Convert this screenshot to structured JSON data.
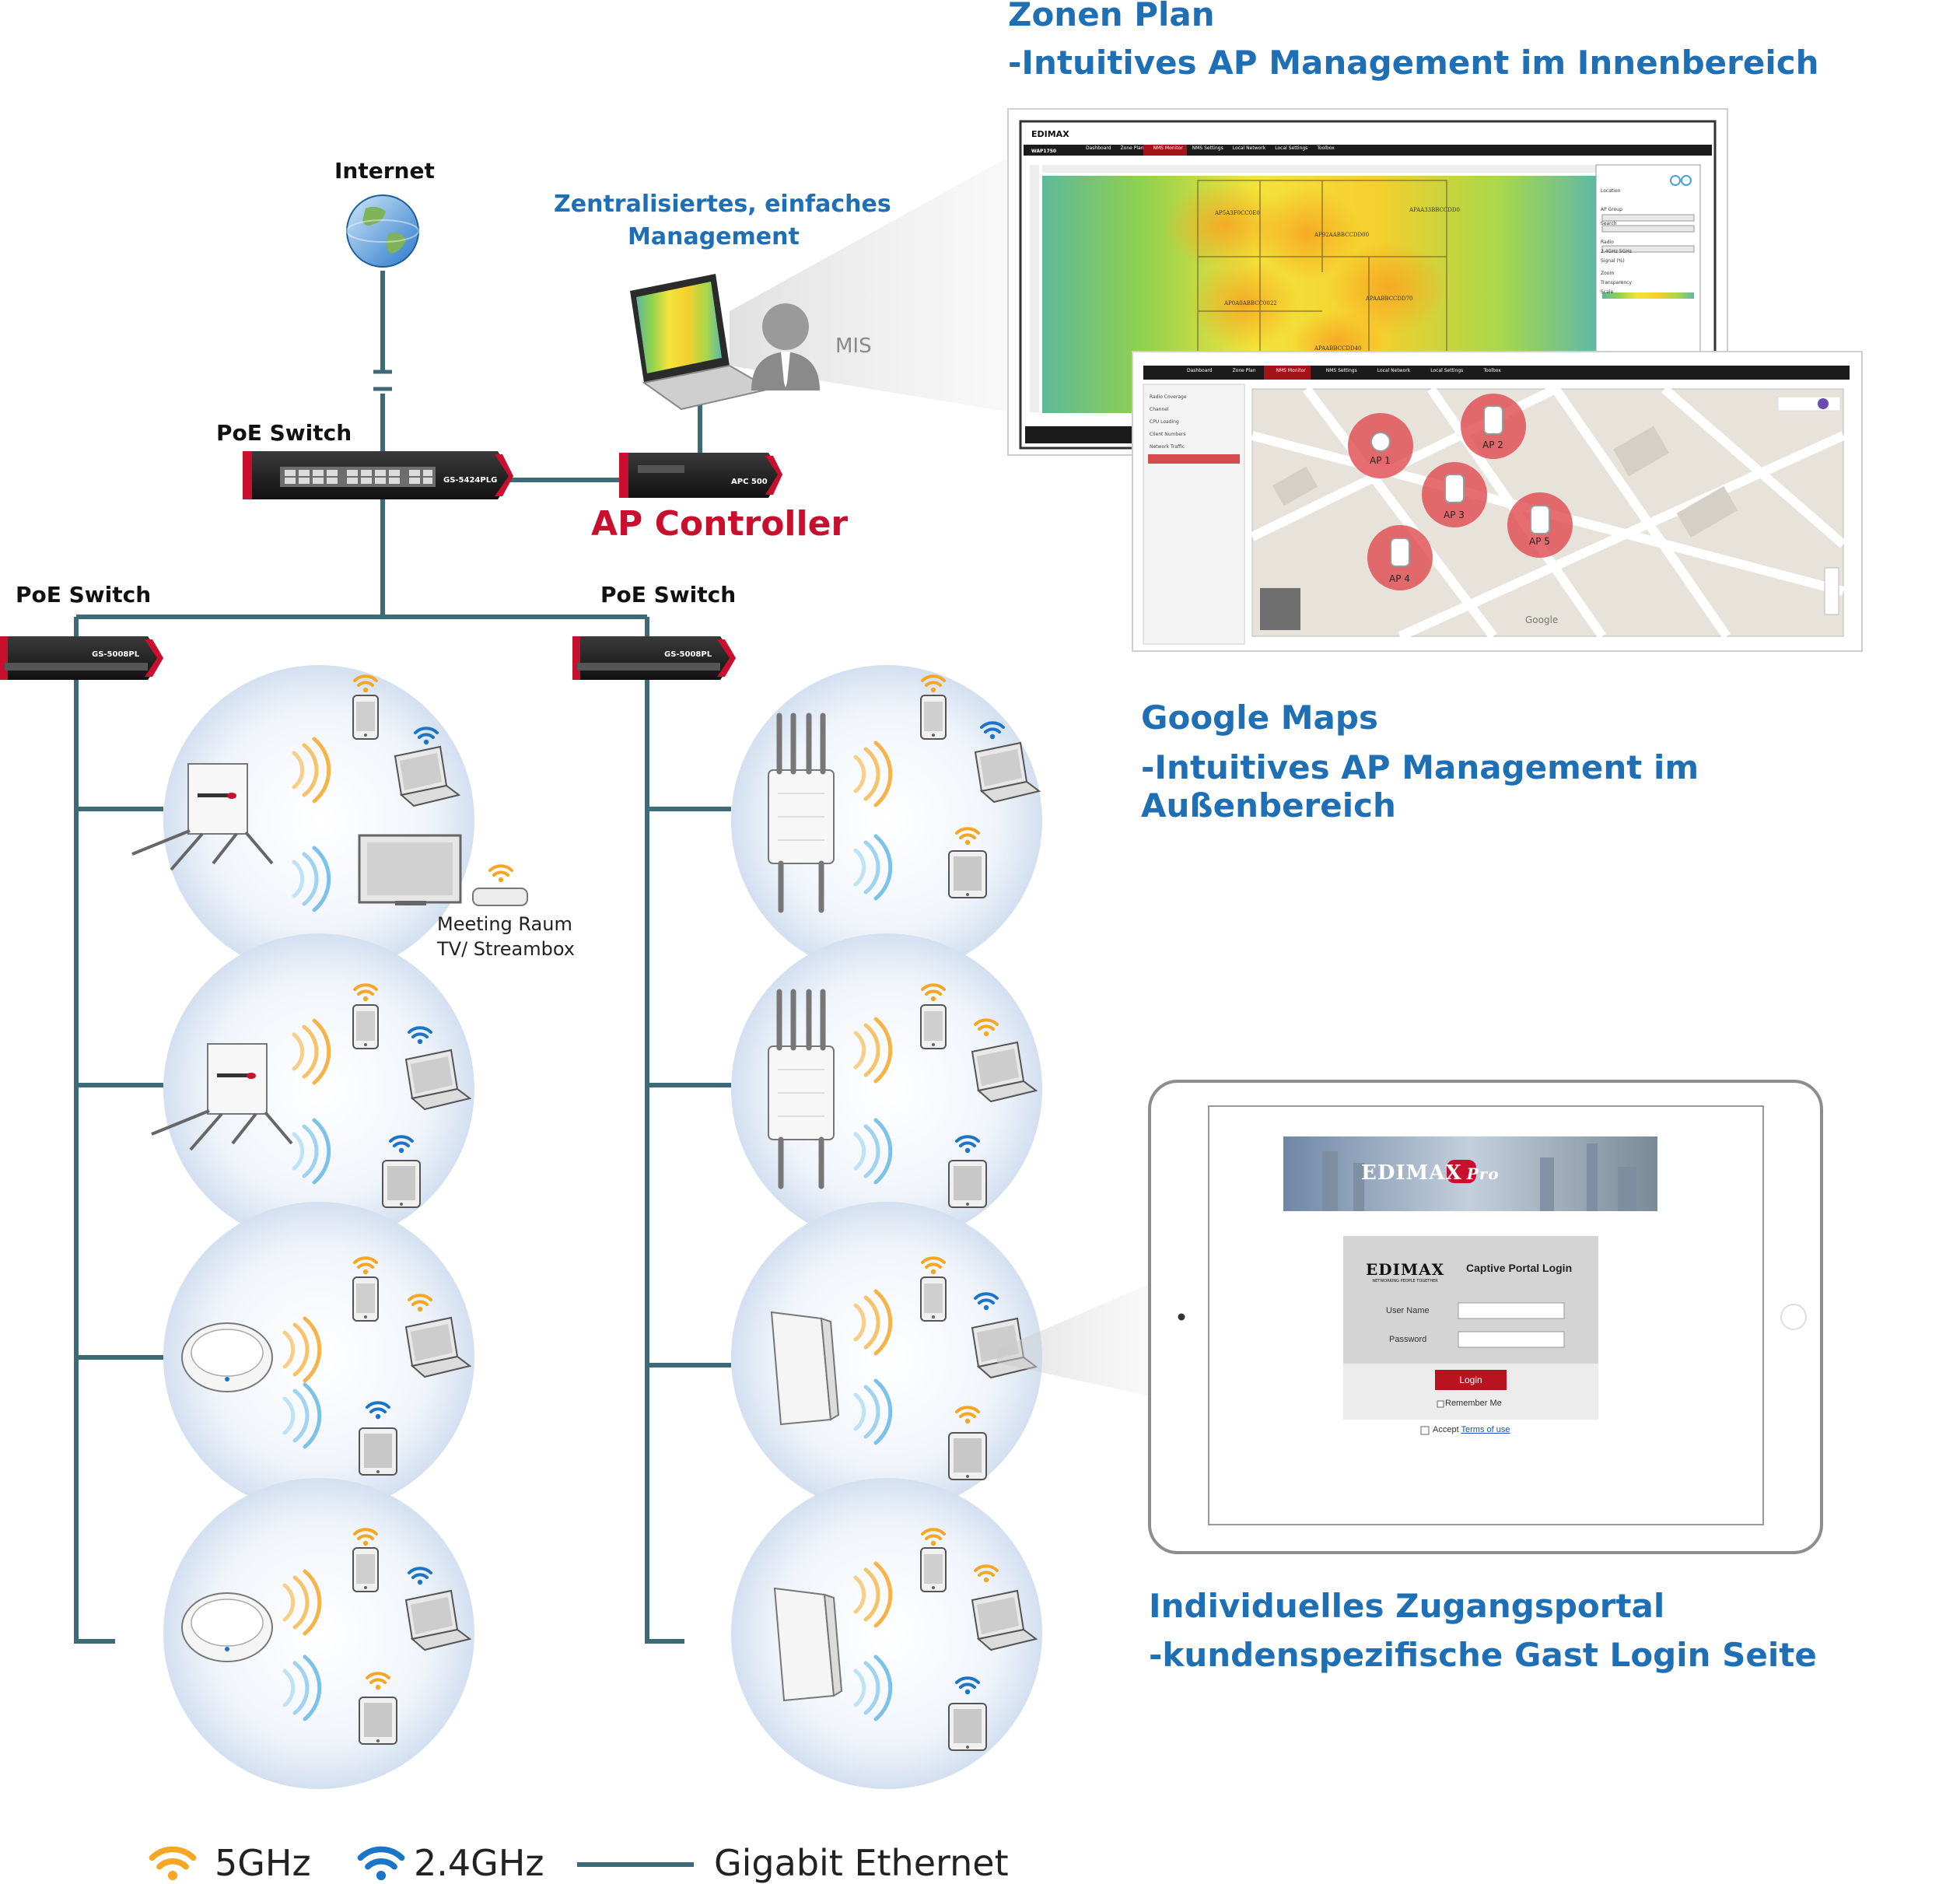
{
  "headings": {
    "zonen_plan": "Zonen Plan",
    "zonen_plan_sub": "-Intuitives AP Management im Innenbereich",
    "google_maps": "Google Maps",
    "google_maps_sub": "-Intuitives AP Management im Außenbereich",
    "portal": "Individuelles Zugangsportal",
    "portal_sub": "-kundenspezifische Gast Login Seite"
  },
  "network": {
    "internet": "Internet",
    "mgmt_line1": "Zentralisiertes, einfaches",
    "mgmt_line2": "Management",
    "mis": "MIS",
    "poe_switch_main": "PoE Switch",
    "poe_switch_left": "PoE Switch",
    "poe_switch_right": "PoE Switch",
    "ap_controller": "AP Controller",
    "switch_main_model": "GS-5424PLG",
    "switch_left_model": "GS-5008PL",
    "switch_right_model": "GS-5008PL",
    "controller_model": "APC 500",
    "meeting_line1": "Meeting Raum",
    "meeting_line2": "TV/ Streambox"
  },
  "zone_ui": {
    "brand": "EDIMAX",
    "model": "WAP1750",
    "tabs": [
      "Dashboard",
      "Zone Plan",
      "NMS Monitor",
      "NMS Settings",
      "Local Network",
      "Local Settings",
      "Toolbox"
    ],
    "ap_labels": [
      "AP5A3F0CC0E0",
      "AP92AABBCCDD00",
      "APAA33BBCCDD0",
      "AP0A0ABBCC0022",
      "APAABBCCDD70",
      "APAABBCCDD40"
    ],
    "side_labels": [
      "Location",
      "AP Group",
      "Search",
      "Radio",
      "2.4GHz",
      "5GHz",
      "Signal (%)",
      "Zoom",
      "Transparency",
      "Scale"
    ]
  },
  "map_ui": {
    "tabs": [
      "Dashboard",
      "Zone Plan",
      "NMS Monitor",
      "NMS Settings",
      "Local Network",
      "Local Settings",
      "Toolbox"
    ],
    "menu": [
      "Radio Coverage",
      "Channel",
      "CPU Loading",
      "Client Numbers",
      "Network Traffic"
    ],
    "ap_labels": [
      "AP 1",
      "AP 2",
      "AP 3",
      "AP 4",
      "AP 5"
    ],
    "google": "Google"
  },
  "portal_ui": {
    "brand": "EDIMAX",
    "brand_pro": "Pro",
    "logo_brand": "EDIMAX",
    "tagline": "NETWORKING PEOPLE TOGETHER",
    "heading": "Captive Portal Login",
    "username_label": "User Name",
    "password_label": "Password",
    "login_button": "Login",
    "remember": "Remember Me",
    "accept": "Accept",
    "terms": "Terms of use"
  },
  "legend": {
    "band_5ghz": "5GHz",
    "band_24ghz": "2.4GHz",
    "ethernet": "Gigabit Ethernet"
  },
  "colors": {
    "heading_blue": "#1f6fb5",
    "cable": "#3c6b77",
    "wifi_5ghz": "#f5a623",
    "wifi_24ghz": "#1a75c9",
    "accent_red": "#c8102e"
  }
}
